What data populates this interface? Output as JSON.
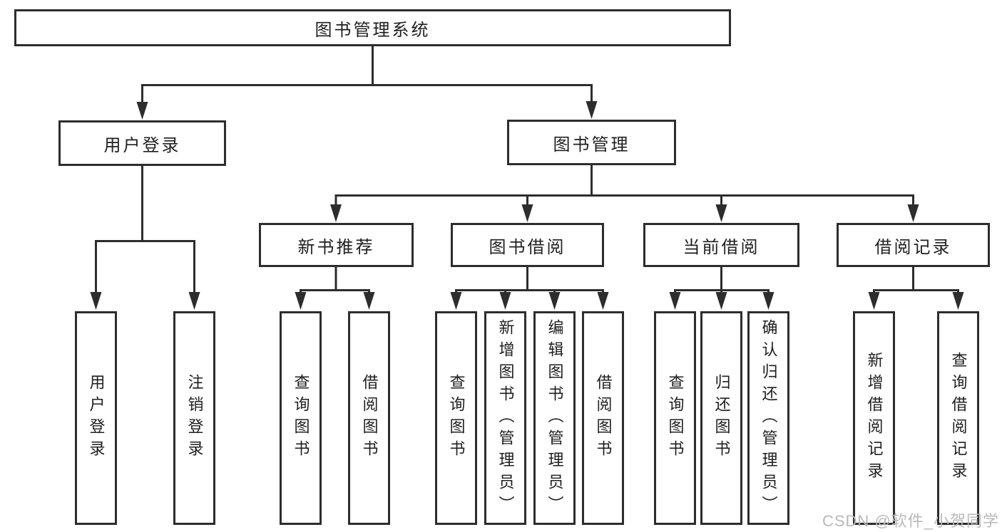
{
  "diagram": {
    "root": {
      "label": "图书管理系统"
    },
    "level1": [
      {
        "label": "用户登录",
        "children": [
          {
            "label": "用户登录"
          },
          {
            "label": "注销登录"
          }
        ]
      },
      {
        "label": "图书管理",
        "children": [
          {
            "label": "新书推荐",
            "children": [
              {
                "label": "查询图书"
              },
              {
                "label": "借阅图书"
              }
            ]
          },
          {
            "label": "图书借阅",
            "children": [
              {
                "label": "查询图书"
              },
              {
                "label": "新增图书（管理员）"
              },
              {
                "label": "编辑图书（管理员）"
              },
              {
                "label": "借阅图书"
              }
            ]
          },
          {
            "label": "当前借阅",
            "children": [
              {
                "label": "查询图书"
              },
              {
                "label": "归还图书"
              },
              {
                "label": "确认归还（管理员）"
              }
            ]
          },
          {
            "label": "借阅记录",
            "children": [
              {
                "label": "新增借阅记录"
              },
              {
                "label": "查询借阅记录"
              }
            ]
          }
        ]
      }
    ]
  },
  "watermark": {
    "text": "CSDN @软件_小贺同学"
  },
  "colors": {
    "background": "#ffffff",
    "line": "#2d2d2d",
    "box_border": "#2d2d2d",
    "text": "#1f1f1f",
    "watermark": "#b9b9b9"
  },
  "icons": {
    "arrowhead": "solid-triangle-down"
  }
}
